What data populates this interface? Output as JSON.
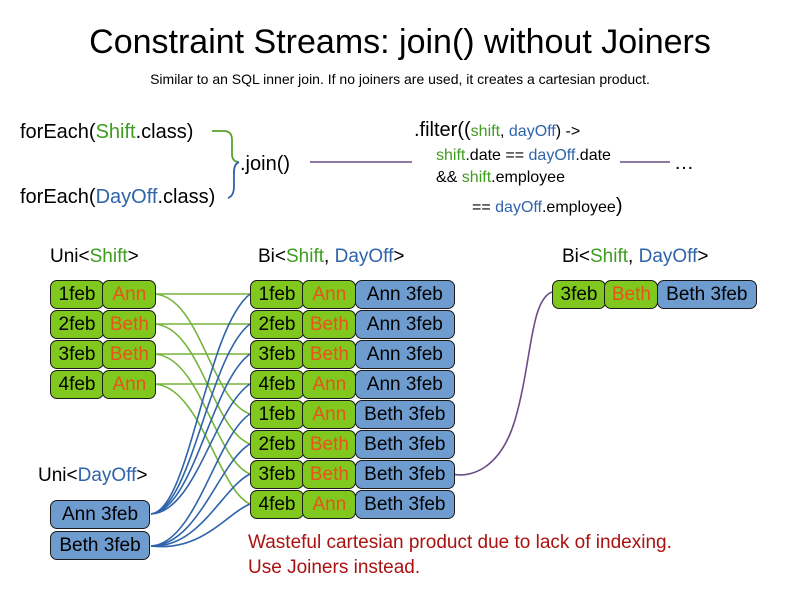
{
  "slide": {
    "title": "Constraint Streams: join() without Joiners",
    "subtitle": "Similar to an SQL inner join. If no joiners are used, it creates a cartesian product.",
    "warning_line1": "Wasteful cartesian product due to lack of indexing.",
    "warning_line2": "Use Joiners instead.",
    "ellipsis": "…"
  },
  "code": {
    "foreach_shift": {
      "prefix": "forEach(",
      "type": "Shift",
      "suffix": ".class)"
    },
    "foreach_dayoff": {
      "prefix": "forEach(",
      "type": "DayOff",
      "suffix": ".class)"
    },
    "join_label": ".join()",
    "filter": {
      "line1_prefix": ".filter((",
      "line1_param1": "shift",
      "line1_comma": ", ",
      "line1_param2": "dayOff",
      "line1_suffix": ") ->",
      "line2_a": "shift",
      "line2_b": ".date == ",
      "line2_c": "dayOff",
      "line2_d": ".date",
      "line3_a": "&& ",
      "line3_b": "shift",
      "line3_c": ".employee",
      "line4_a": "== ",
      "line4_b": "dayOff",
      "line4_c": ".employee",
      "line4_close": ")"
    }
  },
  "streams": {
    "uni_shift": {
      "header": {
        "prefix": "Uni<",
        "type": "Shift",
        "suffix": ">"
      },
      "rows": [
        {
          "date": "1feb",
          "employee": "Ann"
        },
        {
          "date": "2feb",
          "employee": "Beth"
        },
        {
          "date": "3feb",
          "employee": "Beth"
        },
        {
          "date": "4feb",
          "employee": "Ann"
        }
      ]
    },
    "uni_dayoff": {
      "header": {
        "prefix": "Uni<",
        "type": "DayOff",
        "suffix": ">"
      },
      "rows": [
        {
          "dayoff": "Ann 3feb"
        },
        {
          "dayoff": "Beth 3feb"
        }
      ]
    },
    "bi_joined": {
      "header": {
        "prefix": "Bi<",
        "type1": "Shift",
        "comma": ", ",
        "type2": "DayOff",
        "suffix": ">"
      },
      "rows": [
        {
          "date": "1feb",
          "employee": "Ann",
          "dayoff": "Ann 3feb"
        },
        {
          "date": "2feb",
          "employee": "Beth",
          "dayoff": "Ann 3feb"
        },
        {
          "date": "3feb",
          "employee": "Beth",
          "dayoff": "Ann 3feb"
        },
        {
          "date": "4feb",
          "employee": "Ann",
          "dayoff": "Ann 3feb"
        },
        {
          "date": "1feb",
          "employee": "Ann",
          "dayoff": "Beth 3feb"
        },
        {
          "date": "2feb",
          "employee": "Beth",
          "dayoff": "Beth 3feb"
        },
        {
          "date": "3feb",
          "employee": "Beth",
          "dayoff": "Beth 3feb"
        },
        {
          "date": "4feb",
          "employee": "Ann",
          "dayoff": "Beth 3feb"
        }
      ]
    },
    "bi_filtered": {
      "header": {
        "prefix": "Bi<",
        "type1": "Shift",
        "comma": ", ",
        "type2": "DayOff",
        "suffix": ">"
      },
      "rows": [
        {
          "date": "3feb",
          "employee": "Beth",
          "dayoff": "Beth 3feb"
        }
      ]
    }
  },
  "colors": {
    "shift_green": "#80c81e",
    "dayoff_blue": "#6e9cce",
    "employee_orange": "#e8531b",
    "warning_red": "#aa1111",
    "type_green": "#3f9c1f",
    "type_blue": "#2f63aa",
    "wire_purple": "#6b4e87"
  }
}
